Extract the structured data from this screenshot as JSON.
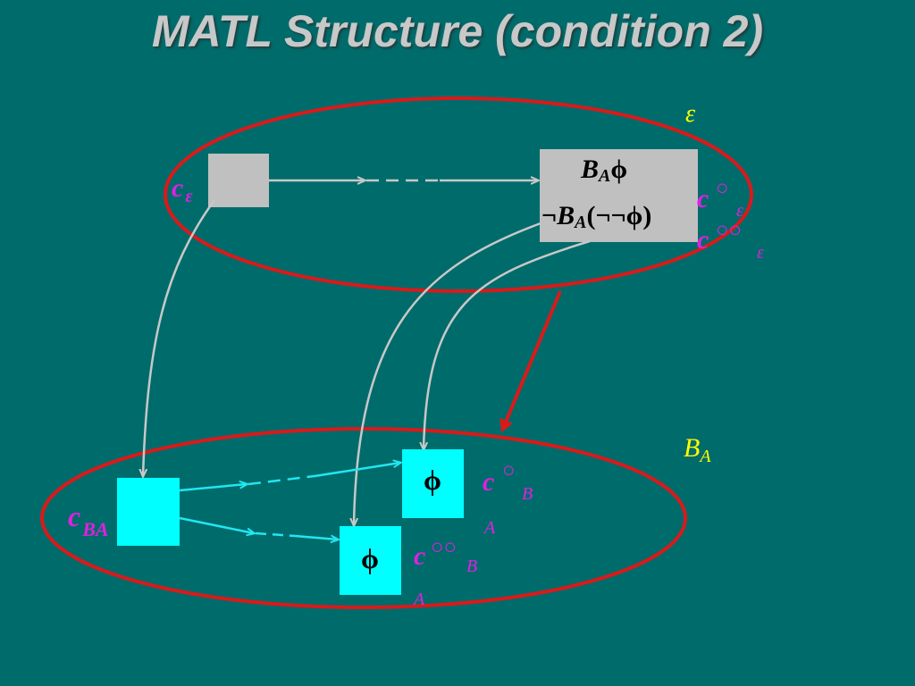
{
  "title": "MATL Structure (condition 2)",
  "colors": {
    "background": "#006b6b",
    "ellipse": "#d91a1a",
    "gray_state": "#c0c0c0",
    "cyan_state": "#00ffff",
    "arrow_gray": "#c8c8c8",
    "arrow_cyan": "#22e6f0",
    "label_magenta": "#e020e0",
    "label_yellow": "#ffff00"
  },
  "top_model": {
    "name": "ε",
    "left_state_label_main": "c",
    "left_state_label_sub": "ε",
    "right_state_line1": {
      "main": "B",
      "sub": "A",
      "tail": "ϕ"
    },
    "right_state_line2": {
      "neg": "¬",
      "main": "B",
      "sub": "A",
      "tail": "(¬¬ϕ)"
    },
    "right_label_1": {
      "main": "c",
      "sup": "○",
      "sub": "ε"
    },
    "right_label_2": {
      "main": "c",
      "sup": "○○",
      "sub": "ε"
    }
  },
  "bottom_model": {
    "name_main": "B",
    "name_sub": "A",
    "left_state_label_main": "c",
    "left_state_label_sub": "BA",
    "phi_top": "ϕ",
    "phi_bottom": "ϕ",
    "label_top": {
      "main": "c",
      "sup": "○",
      "sub": "B",
      "subsub": "A"
    },
    "label_bottom": {
      "main": "c",
      "sup": "○○",
      "sub": "B",
      "subsub": "A"
    }
  }
}
